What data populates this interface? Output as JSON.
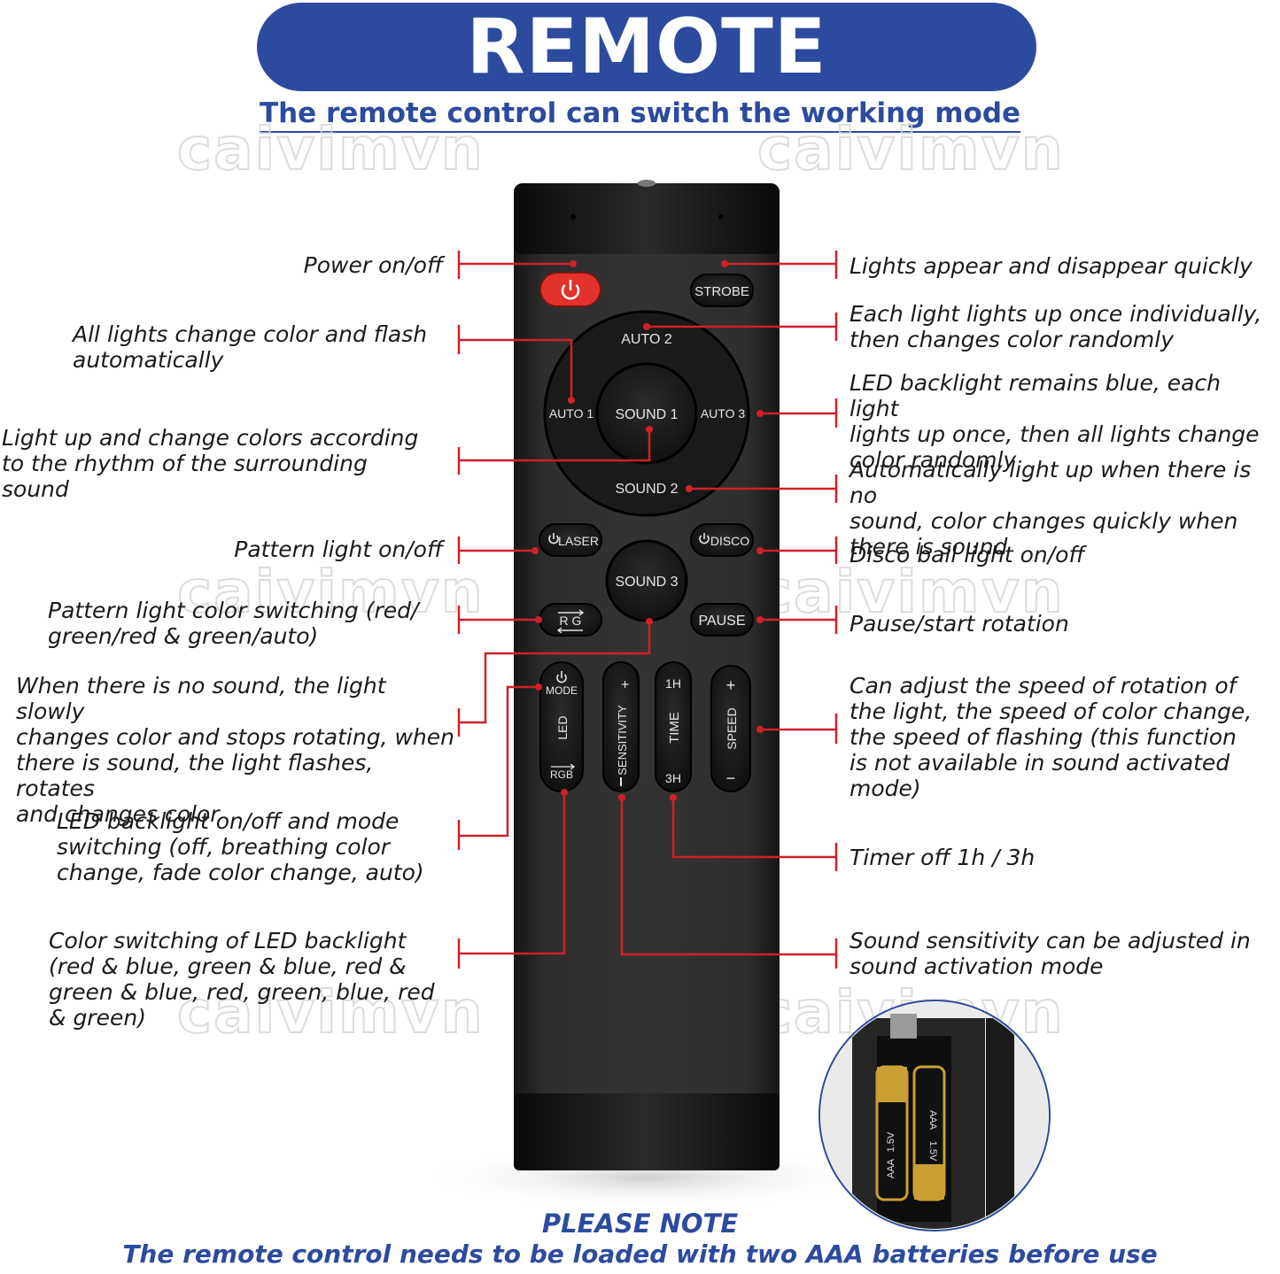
{
  "header": {
    "title": "REMOTE CONTROL",
    "subtitle": "The remote control can switch the working mode"
  },
  "watermark": "caivimvn",
  "remote": {
    "buttons": {
      "strobe": "STROBE",
      "auto1": "AUTO 1",
      "auto2": "AUTO 2",
      "auto3": "AUTO 3",
      "sound1": "SOUND 1",
      "sound2": "SOUND 2",
      "sound3": "SOUND 3",
      "laser": "LASER",
      "disco": "DISCO",
      "rg": "R G",
      "pause": "PAUSE",
      "mode": "MODE",
      "led": "LED",
      "rgb": "RGB",
      "sensitivity": "SENSITIVITY",
      "time_label": "TIME",
      "time_1h": "1H",
      "time_3h": "3H",
      "speed": "SPEED",
      "plus": "+",
      "minus": "−"
    }
  },
  "battery": {
    "label_1_5v": "1.5V",
    "label_aaa": "AAA"
  },
  "left_labels": [
    {
      "id": "power",
      "lines": [
        "Power on/off"
      ]
    },
    {
      "id": "auto1",
      "lines": [
        "All lights change color and flash",
        "automatically"
      ]
    },
    {
      "id": "sound1",
      "lines": [
        "Light up and change colors according",
        "to the rhythm of the surrounding",
        "sound"
      ]
    },
    {
      "id": "laser",
      "lines": [
        "Pattern light on/off"
      ]
    },
    {
      "id": "rg",
      "lines": [
        "Pattern light color switching (red/",
        "green/red & green/auto)"
      ]
    },
    {
      "id": "sound3",
      "lines": [
        "When there is no sound, the light slowly",
        "changes color and stops rotating, when",
        "there is sound, the light flashes, rotates",
        "and changes color"
      ]
    },
    {
      "id": "mode",
      "lines": [
        "LED backlight on/off and mode",
        "switching (off, breathing color",
        "change, fade color change, auto)"
      ]
    },
    {
      "id": "rgb",
      "lines": [
        "Color switching of LED backlight",
        "(red & blue, green & blue, red &",
        "green & blue, red, green, blue, red",
        "& green)"
      ]
    }
  ],
  "right_labels": [
    {
      "id": "strobe",
      "lines": [
        "Lights appear and disappear quickly"
      ]
    },
    {
      "id": "auto2",
      "lines": [
        "Each light lights up once individually,",
        "then changes color randomly"
      ]
    },
    {
      "id": "auto3",
      "lines": [
        "LED backlight remains blue, each light",
        "lights up once, then all lights change",
        "color randomly"
      ]
    },
    {
      "id": "sound2",
      "lines": [
        "Automatically light up when there is no",
        "sound, color changes quickly when",
        "there is sound"
      ]
    },
    {
      "id": "disco",
      "lines": [
        "Disco ball light on/off"
      ]
    },
    {
      "id": "pause",
      "lines": [
        "Pause/start rotation"
      ]
    },
    {
      "id": "speed",
      "lines": [
        "Can adjust the speed of rotation of",
        "the light, the speed of color change,",
        "the speed of flashing (this function",
        "is not available in sound activated",
        "mode)"
      ]
    },
    {
      "id": "timer",
      "lines": [
        "Timer off 1h / 3h"
      ]
    },
    {
      "id": "sensitivity",
      "lines": [
        "Sound sensitivity can be adjusted in",
        "sound activation mode"
      ]
    }
  ],
  "footer": {
    "note_title": "PLEASE NOTE",
    "note_text": "The remote control needs to be loaded with two AAA batteries before use"
  },
  "colors": {
    "brand_blue": "#2c4b9e",
    "callout_red": "#d0202a",
    "remote_body": "#262626",
    "power_button": "#e1332c"
  }
}
